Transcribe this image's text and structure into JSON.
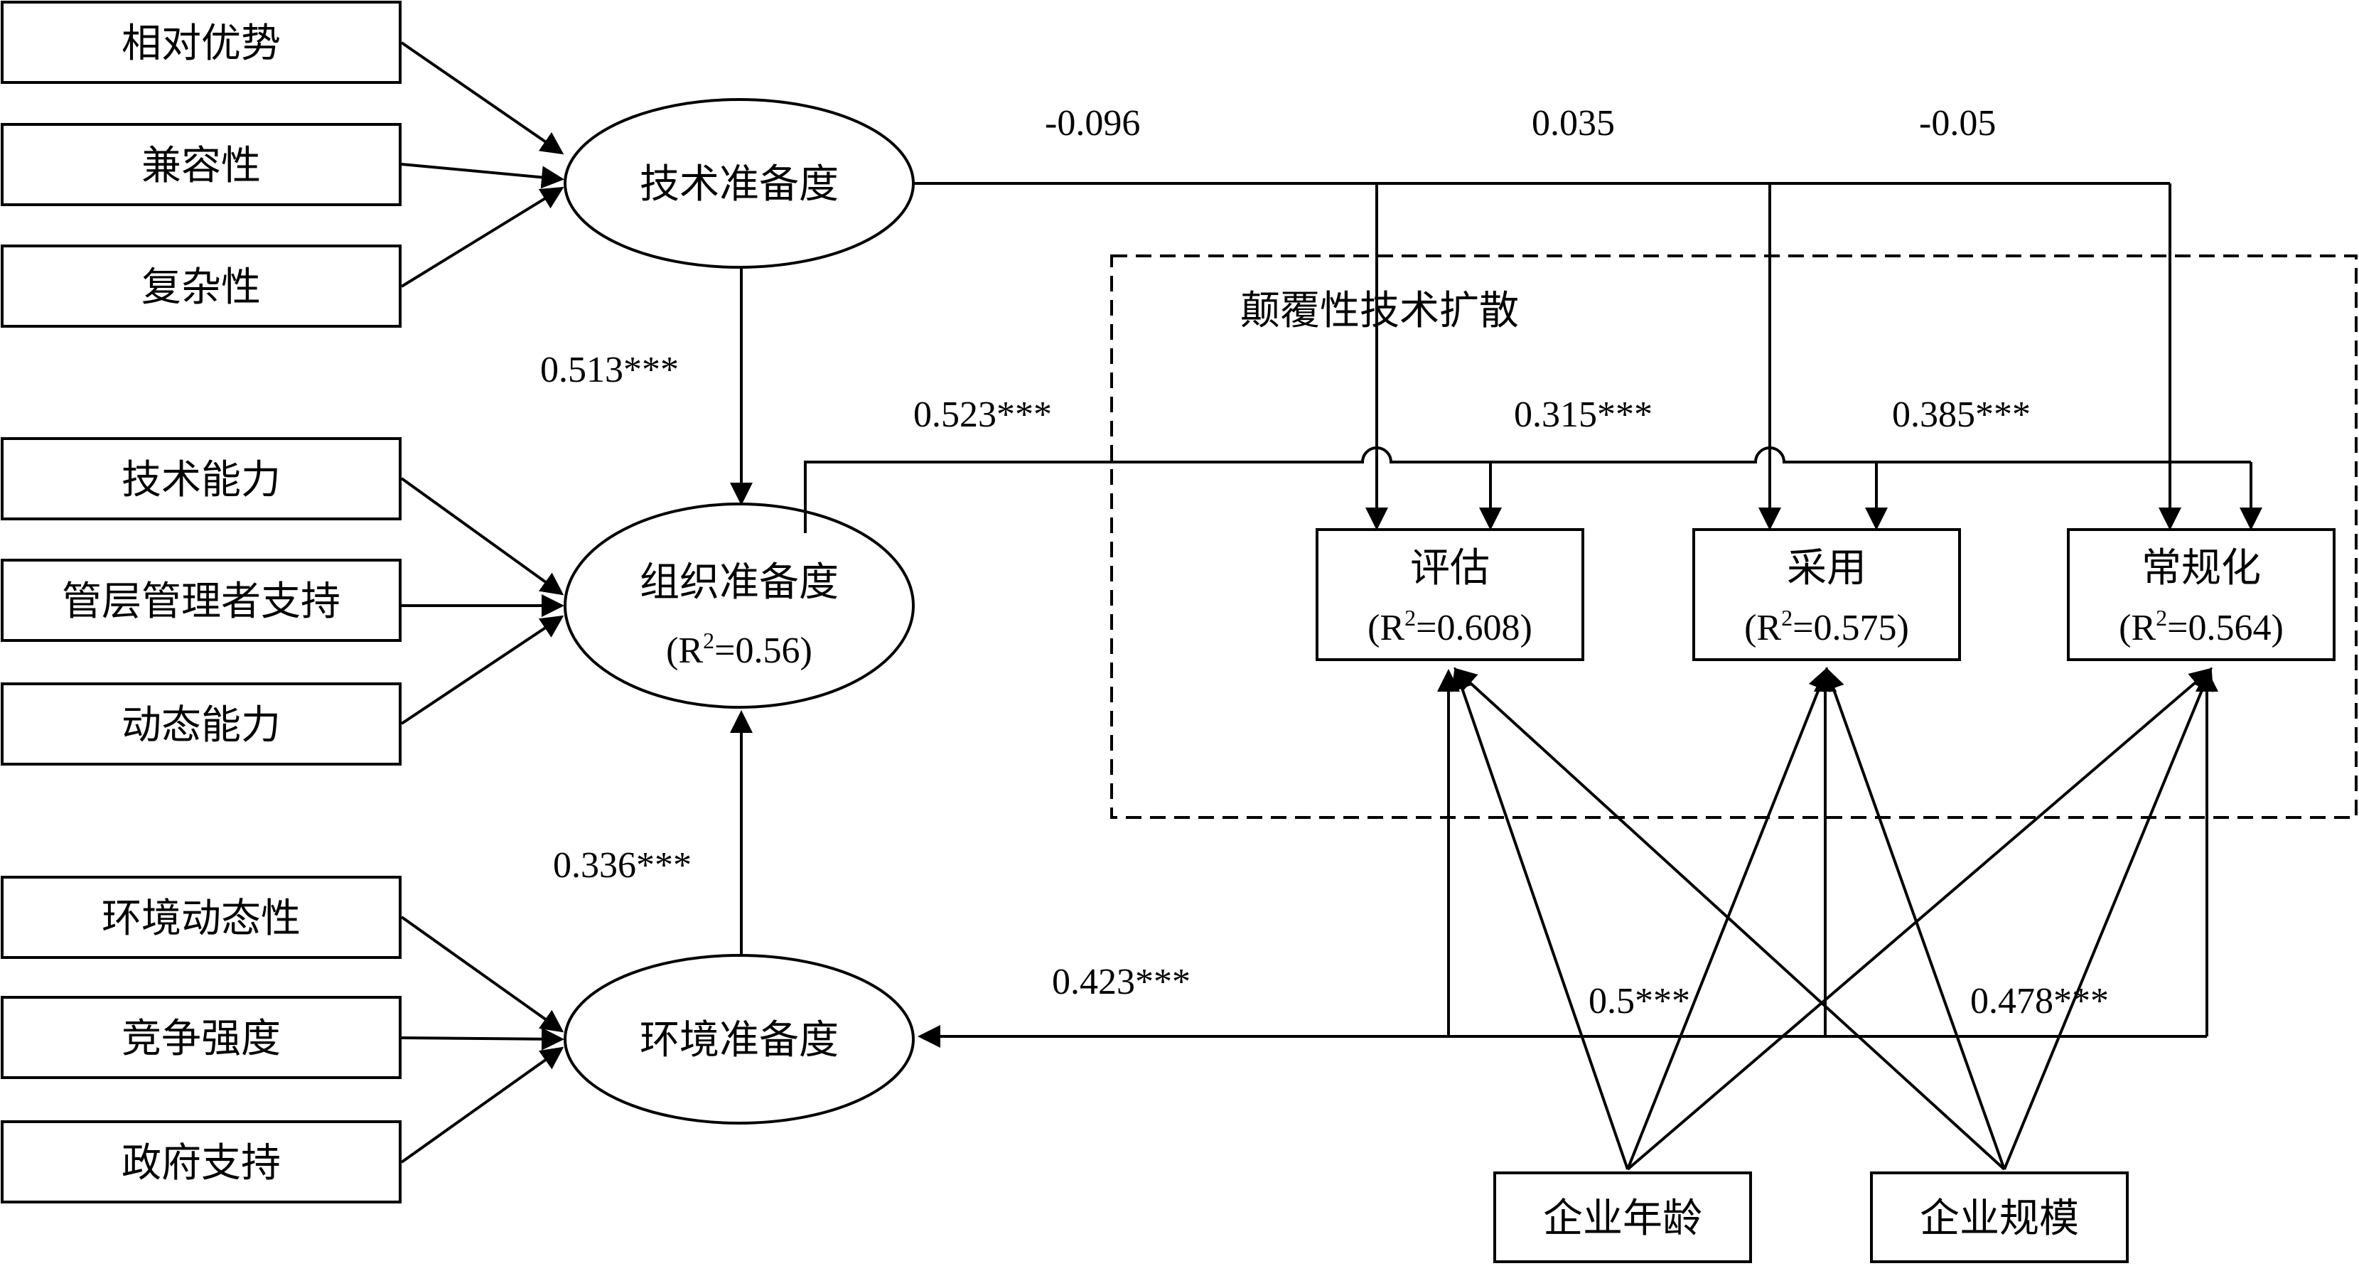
{
  "tech_factors": [
    "相对优势",
    "兼容性",
    "复杂性"
  ],
  "org_factors": [
    "技术能力",
    "管层管理者支持",
    "动态能力"
  ],
  "env_factors": [
    "环境动态性",
    "竞争强度",
    "政府支持"
  ],
  "constructs": {
    "tech": "技术准备度",
    "org": "组织准备度",
    "org_r2_prefix": "(R",
    "org_r2_value": "=0.56)",
    "env": "环境准备度"
  },
  "diffusion_group": "颠覆性技术扩散",
  "outcomes": [
    {
      "name": "评估",
      "r2_value": "=0.608)"
    },
    {
      "name": "采用",
      "r2_value": "=0.575)"
    },
    {
      "name": "常规化",
      "r2_value": "=0.564)"
    }
  ],
  "r2_prefix": "(R",
  "r2_sup": "2",
  "controls": [
    "企业年龄",
    "企业规模"
  ],
  "coefficients": {
    "tech_to_eval": "-0.096",
    "tech_to_adopt": "0.035",
    "tech_to_routine": "-0.05",
    "tech_to_org": "0.513***",
    "env_to_org": "0.336***",
    "org_to_eval": "0.523***",
    "org_to_adopt": "0.315***",
    "org_to_routine": "0.385***",
    "env_to_eval": "0.423***",
    "env_to_adopt": "0.5***",
    "env_to_routine": "0.478***"
  }
}
